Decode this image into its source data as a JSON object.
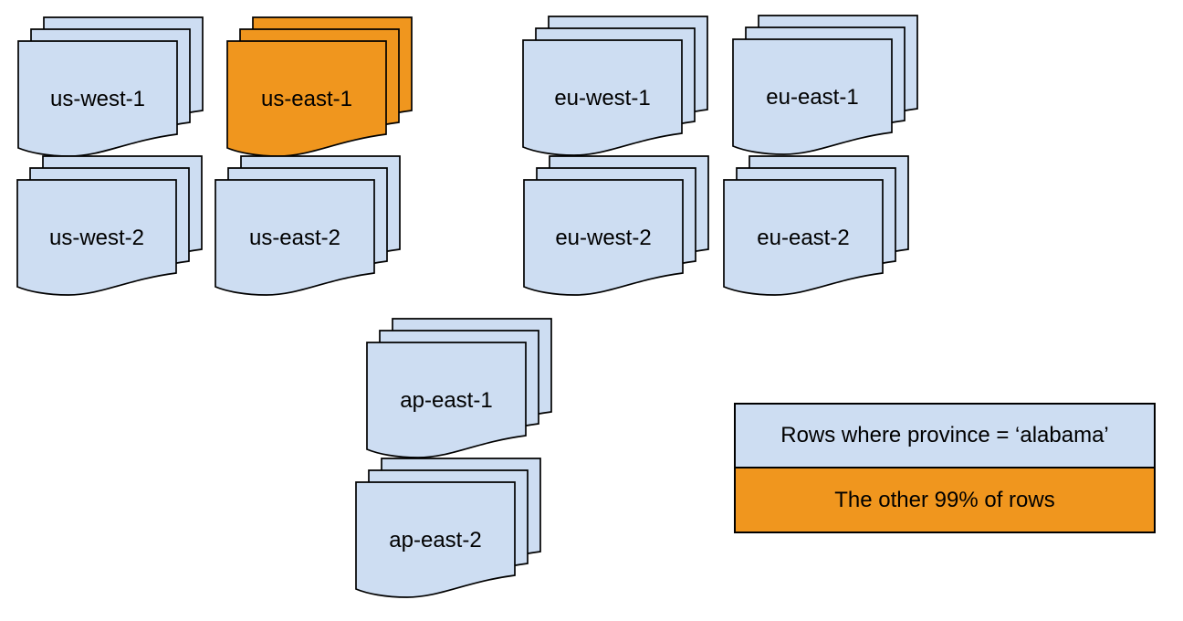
{
  "colors": {
    "light_blue": "#cdddf2",
    "orange": "#f0961e",
    "outline": "#000000",
    "text": "#000000",
    "background": "#ffffff"
  },
  "stacks": [
    {
      "label": "us-west-1",
      "color": "blue"
    },
    {
      "label": "us-east-1",
      "color": "orange"
    },
    {
      "label": "eu-west-1",
      "color": "blue"
    },
    {
      "label": "eu-east-1",
      "color": "blue"
    },
    {
      "label": "us-west-2",
      "color": "blue"
    },
    {
      "label": "us-east-2",
      "color": "blue"
    },
    {
      "label": "eu-west-2",
      "color": "blue"
    },
    {
      "label": "eu-east-2",
      "color": "blue"
    },
    {
      "label": "ap-east-1",
      "color": "blue"
    },
    {
      "label": "ap-east-2",
      "color": "blue"
    }
  ],
  "legend": {
    "items": [
      {
        "label": "Rows where province = ‘alabama’",
        "color": "blue"
      },
      {
        "label": "The other 99% of rows",
        "color": "orange"
      }
    ]
  }
}
